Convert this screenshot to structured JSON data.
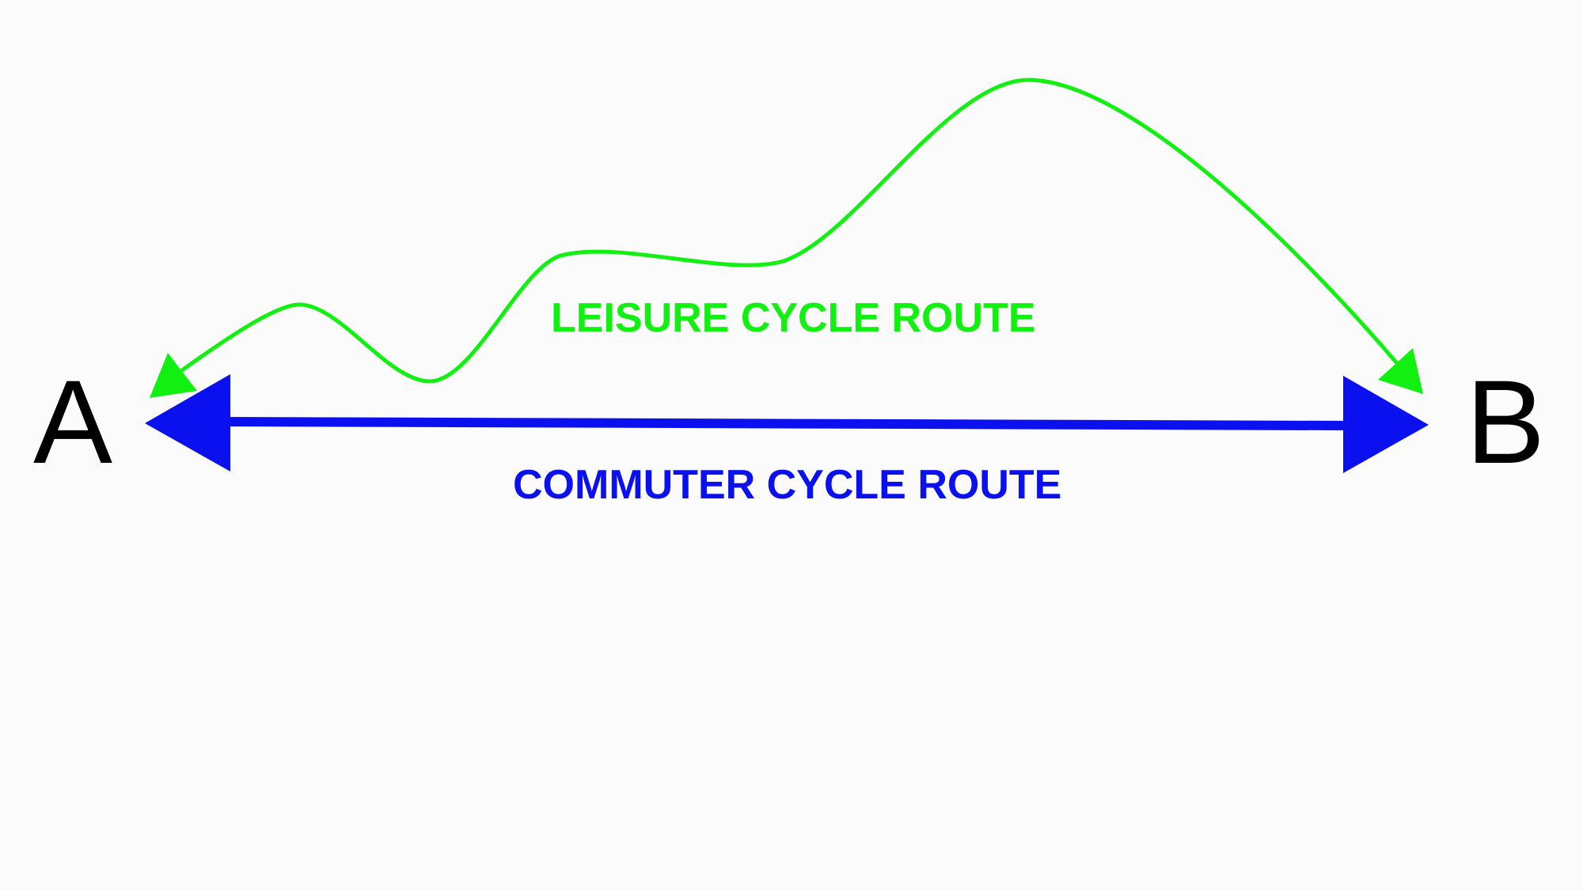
{
  "colors": {
    "background": "#fbfbfb",
    "leisure": "#12f012",
    "commuter": "#0b10ee",
    "endpoint": "#000000"
  },
  "endpoints": {
    "start": "A",
    "end": "B"
  },
  "routes": {
    "leisure": {
      "label": "LEISURE CYCLE ROUTE"
    },
    "commuter": {
      "label": "COMMUTER CYCLE ROUTE"
    }
  }
}
